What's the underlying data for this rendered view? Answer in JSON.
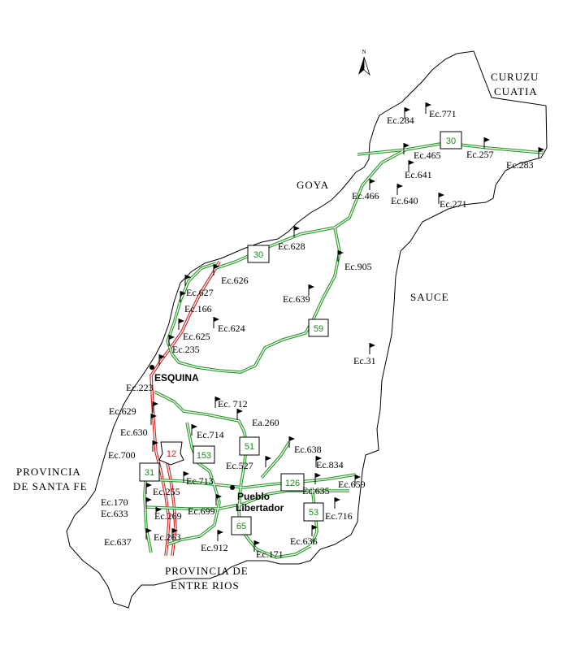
{
  "north_arrow": {
    "letter": "N"
  },
  "regions": {
    "curuzu": [
      "CURUZU",
      "CUATIA"
    ],
    "goya": "GOYA",
    "sauce": "SAUCE",
    "santa_fe": [
      "PROVINCIA",
      "DE  SANTA FE"
    ],
    "entre_rios": [
      "PROVINCIA DE",
      "ENTRE RIOS"
    ]
  },
  "towns": {
    "esquina": "ESQUINA",
    "pueblo": [
      "Pueblo",
      "Libertador"
    ]
  },
  "routes": {
    "r30a": "30",
    "r30b": "30",
    "r59": "59",
    "r51": "51",
    "r153": "153",
    "r31": "31",
    "r126": "126",
    "r53": "53",
    "r65": "65",
    "r12": "12"
  },
  "estancias": {
    "e771": "Ec.771",
    "e284": "Ec.284",
    "e465": "Ec.465",
    "e257": "Ec.257",
    "e283": "Ec.283",
    "e641": "Ec.641",
    "e466": "Ec.466",
    "e640": "Ec.640",
    "e271": "Ec.271",
    "e628": "Ec.628",
    "e905": "Ec.905",
    "e626": "Ec.626",
    "e627": "Ec.627",
    "e166": "Ec.166",
    "e639": "Ec.639",
    "e624": "Ec.624",
    "e625": "Ec.625",
    "e235": "Ec.235",
    "e31": "Ec.31",
    "e223": "Ec.223",
    "e712": "Ec. 712",
    "e629": "Ec.629",
    "ea260": "Ea.260",
    "e630": "Ec.630",
    "e714": "Ec.714",
    "e638": "Ec.638",
    "e700": "Ec.700",
    "e527": "Ec.527",
    "e834": "Ec.834",
    "e713": "Ec.713",
    "e659": "Ec.659",
    "e255": "Ec.255",
    "e635": "Ec.635",
    "e170": "Ec.170",
    "e633": "Ec.633",
    "e269": "Ec.269",
    "e699": "Ec.699",
    "e716": "Ec.716",
    "e263": "Ec.263",
    "e637": "Ec.637",
    "e636": "Ec.636",
    "e912": "Ec.912",
    "e171": "Ec.171"
  }
}
